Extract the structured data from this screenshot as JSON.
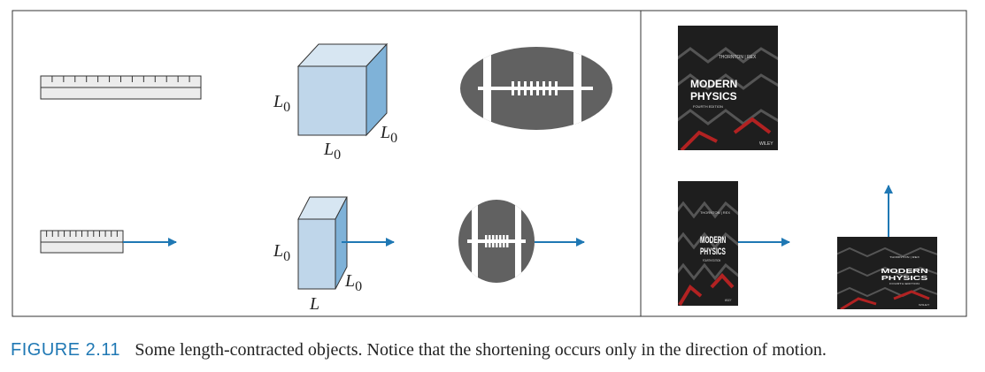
{
  "labels": {
    "L0": "L",
    "L0_sub": "0",
    "L": "L"
  },
  "book": {
    "author": "THORNTON | REX",
    "title_line1": "MODERN",
    "title_line2": "PHYSICS",
    "edition": "FOURTH EDITION",
    "publisher": "WILEY"
  },
  "caption": {
    "number": "FIGURE 2.11",
    "text": "Some length-contracted objects. Notice that the shortening occurs only in the direction of motion."
  },
  "colors": {
    "arrow": "#1f78b4",
    "ball": "#616161",
    "cube_front": "#bfd6ea",
    "cube_top": "#d7e6f2",
    "cube_side": "#7fb2d8",
    "book_red": "#b22222"
  }
}
